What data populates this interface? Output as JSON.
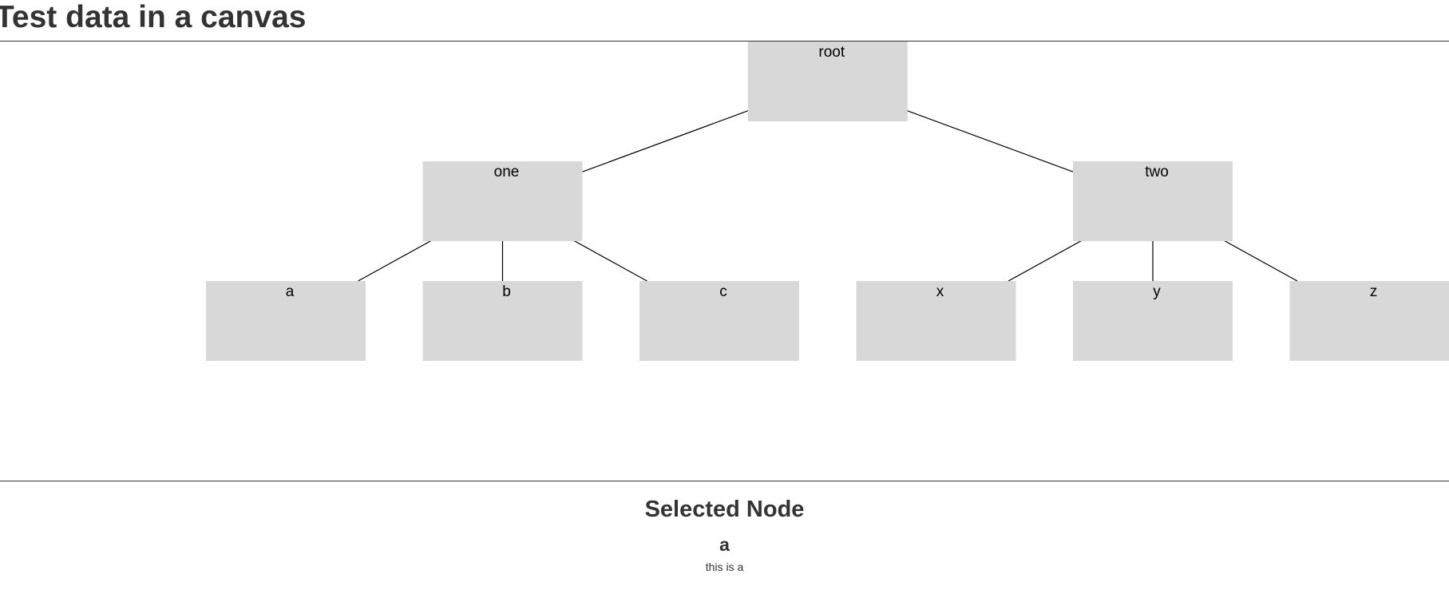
{
  "page": {
    "title": "Test data in a canvas"
  },
  "tree": {
    "root": "root",
    "nodes": [
      {
        "id": "root",
        "label": "root",
        "level": 0,
        "parent": null
      },
      {
        "id": "one",
        "label": "one",
        "level": 1,
        "parent": "root"
      },
      {
        "id": "two",
        "label": "two",
        "level": 1,
        "parent": "root"
      },
      {
        "id": "a",
        "label": "a",
        "level": 2,
        "parent": "one"
      },
      {
        "id": "b",
        "label": "b",
        "level": 2,
        "parent": "one"
      },
      {
        "id": "c",
        "label": "c",
        "level": 2,
        "parent": "one"
      },
      {
        "id": "x",
        "label": "x",
        "level": 2,
        "parent": "two"
      },
      {
        "id": "y",
        "label": "y",
        "level": 2,
        "parent": "two"
      },
      {
        "id": "z",
        "label": "z",
        "level": 2,
        "parent": "two"
      }
    ]
  },
  "selected": {
    "heading": "Selected Node",
    "name": "a",
    "description": "this is a"
  },
  "colors": {
    "node_fill": "#d8d8d8",
    "edge": "#000000",
    "text": "#333333"
  }
}
